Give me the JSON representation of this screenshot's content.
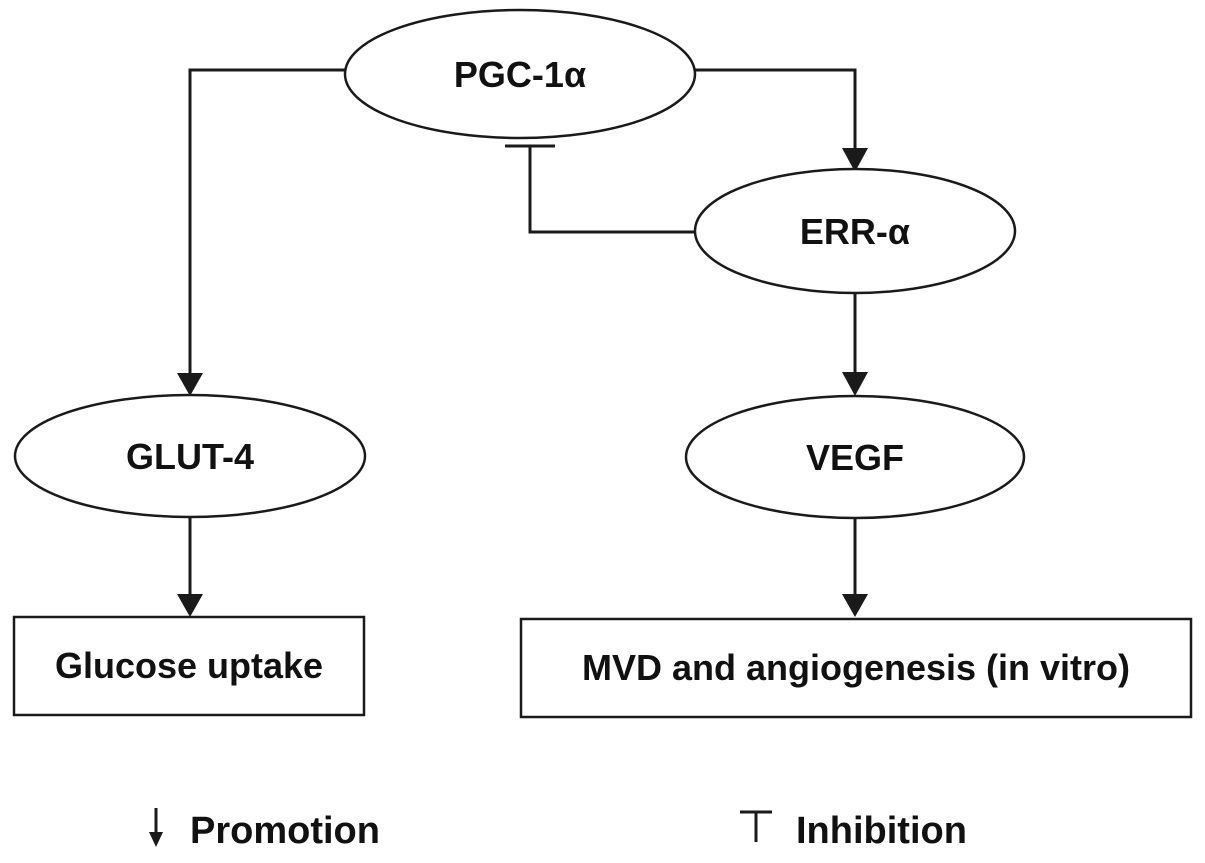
{
  "nodes": {
    "pgc": "PGC-1α",
    "err": "ERR-α",
    "glut": "GLUT-4",
    "vegf": "VEGF",
    "glucose": "Glucose uptake",
    "mvd": "MVD and angiogenesis (in vitro)"
  },
  "legend": {
    "promotion": "Promotion",
    "inhibition": "Inhibition"
  },
  "colors": {
    "stroke": "#1a1a1a",
    "fill": "#ffffff",
    "text": "#111111"
  }
}
